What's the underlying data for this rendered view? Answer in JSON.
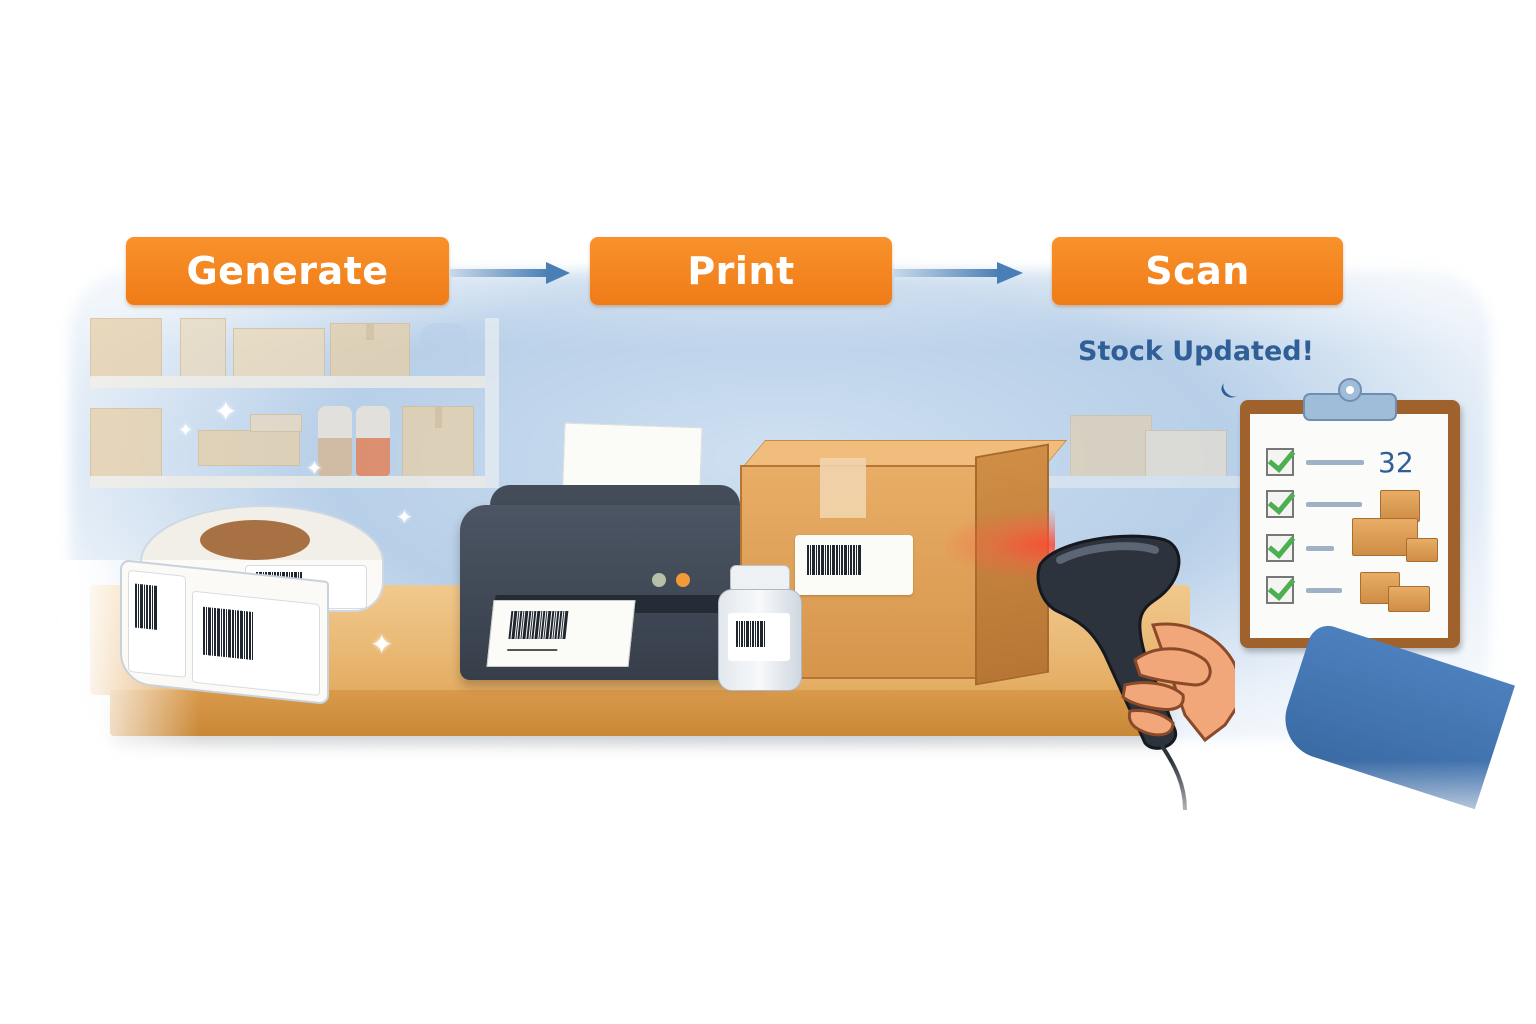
{
  "workflow": {
    "steps": [
      {
        "label": "Generate",
        "icon": "barcode-label-roll-icon"
      },
      {
        "label": "Print",
        "icon": "label-printer-icon"
      },
      {
        "label": "Scan",
        "icon": "barcode-scanner-icon"
      }
    ],
    "connector": "arrow-right-icon",
    "colors": {
      "step_fill": "#f28420",
      "step_text": "#ffffff",
      "arrow": "#4a7fb5",
      "accent_text": "#2f5f96",
      "check": "#4caf50"
    }
  },
  "status": {
    "message": "Stock Updated!"
  },
  "clipboard": {
    "items": [
      {
        "checked": true,
        "value": "32"
      },
      {
        "checked": true,
        "value": ""
      },
      {
        "checked": true,
        "value": ""
      },
      {
        "checked": true,
        "value": ""
      }
    ]
  },
  "scene": {
    "objects": [
      "label-roll",
      "label-printer",
      "shipping-box",
      "pill-bottle",
      "barcode-scanner",
      "clipboard",
      "storage-shelves"
    ]
  }
}
